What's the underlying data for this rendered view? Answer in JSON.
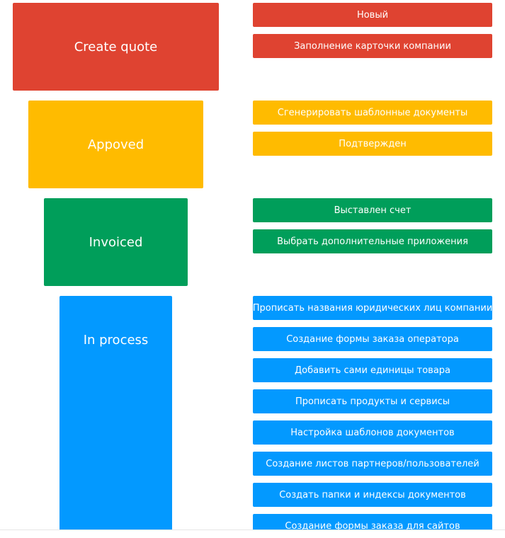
{
  "colors": {
    "red": "#df4331",
    "yellow": "#ffbb00",
    "green": "#009e5a",
    "blue": "#0399ff"
  },
  "stages": [
    {
      "label": "Create quote",
      "items": [
        "Новый",
        "Заполнение карточки компании"
      ]
    },
    {
      "label": "Appoved",
      "items": [
        "Сгенерировать шаблонные документы",
        "Подтвержден"
      ]
    },
    {
      "label": "Invoiced",
      "items": [
        "Выставлен счет",
        "Выбрать дополнительные приложения"
      ]
    },
    {
      "label": "In process",
      "items": [
        "Прописать названия юридических лиц компании",
        "Создание формы заказа оператора",
        "Добавить сами единицы товара",
        "Прописать продукты и сервисы",
        "Настройка шаблонов документов",
        "Создание листов партнеров/пользователей",
        "Создать папки и индексы документов",
        "Создание формы заказа для сайтов"
      ]
    }
  ]
}
